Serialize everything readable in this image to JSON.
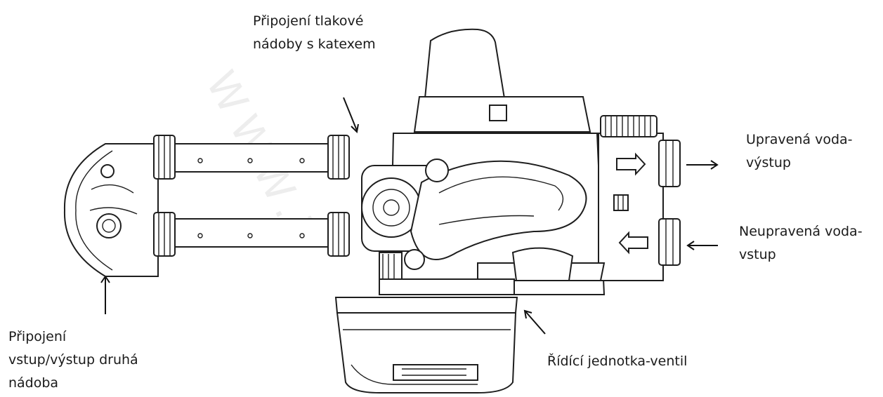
{
  "labels": {
    "tank_connection": [
      "Připojení tlakové",
      "nádoby s katexem"
    ],
    "treated_outlet": [
      "Upravená voda-",
      "výstup"
    ],
    "raw_inlet": [
      "Neupravená voda-",
      "vstup"
    ],
    "second_tank": [
      "Připojení",
      "vstup/výstup druhá",
      "nádoba"
    ],
    "control_unit": [
      "Řídící jednotka-ventil"
    ]
  },
  "watermark": "WWW.T"
}
